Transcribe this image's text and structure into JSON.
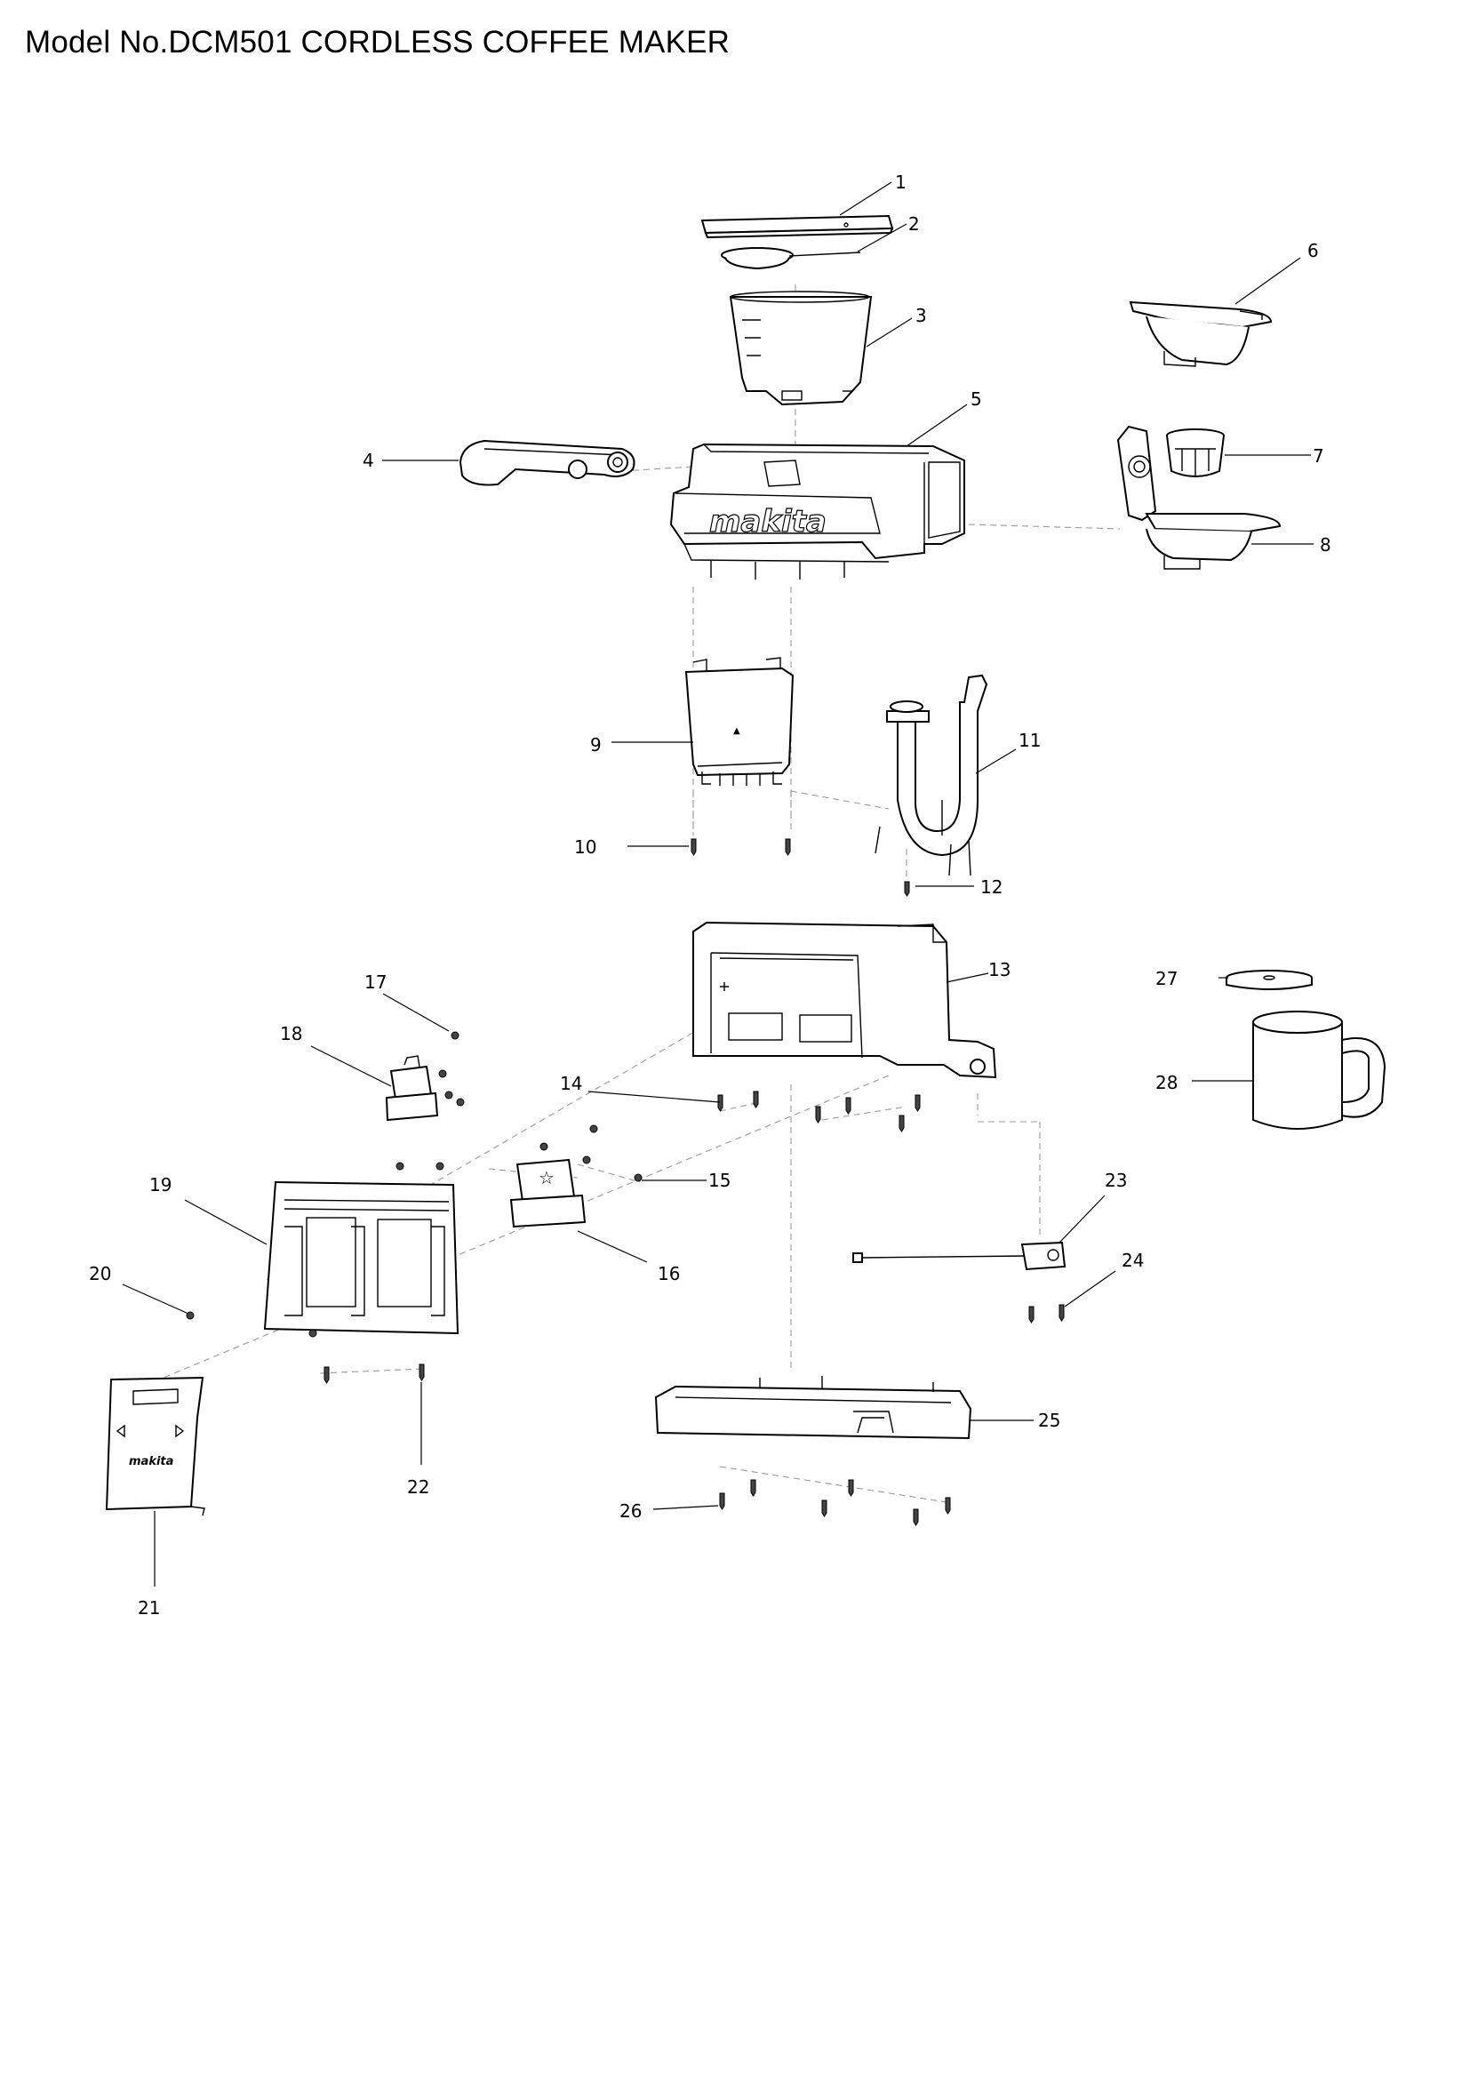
{
  "title": "Model No.DCM501 CORDLESS COFFEE MAKER",
  "brand": "makita",
  "parts": {
    "p1": "1",
    "p2": "2",
    "p3": "3",
    "p4": "4",
    "p5": "5",
    "p6": "6",
    "p7": "7",
    "p8": "8",
    "p9": "9",
    "p10": "10",
    "p11": "11",
    "p12": "12",
    "p13": "13",
    "p14": "14",
    "p15": "15",
    "p16": "16",
    "p17": "17",
    "p18": "18",
    "p19": "19",
    "p20": "20",
    "p21": "21",
    "p22": "22",
    "p23": "23",
    "p24": "24",
    "p25": "25",
    "p26": "26",
    "p27": "27",
    "p28": "28"
  }
}
